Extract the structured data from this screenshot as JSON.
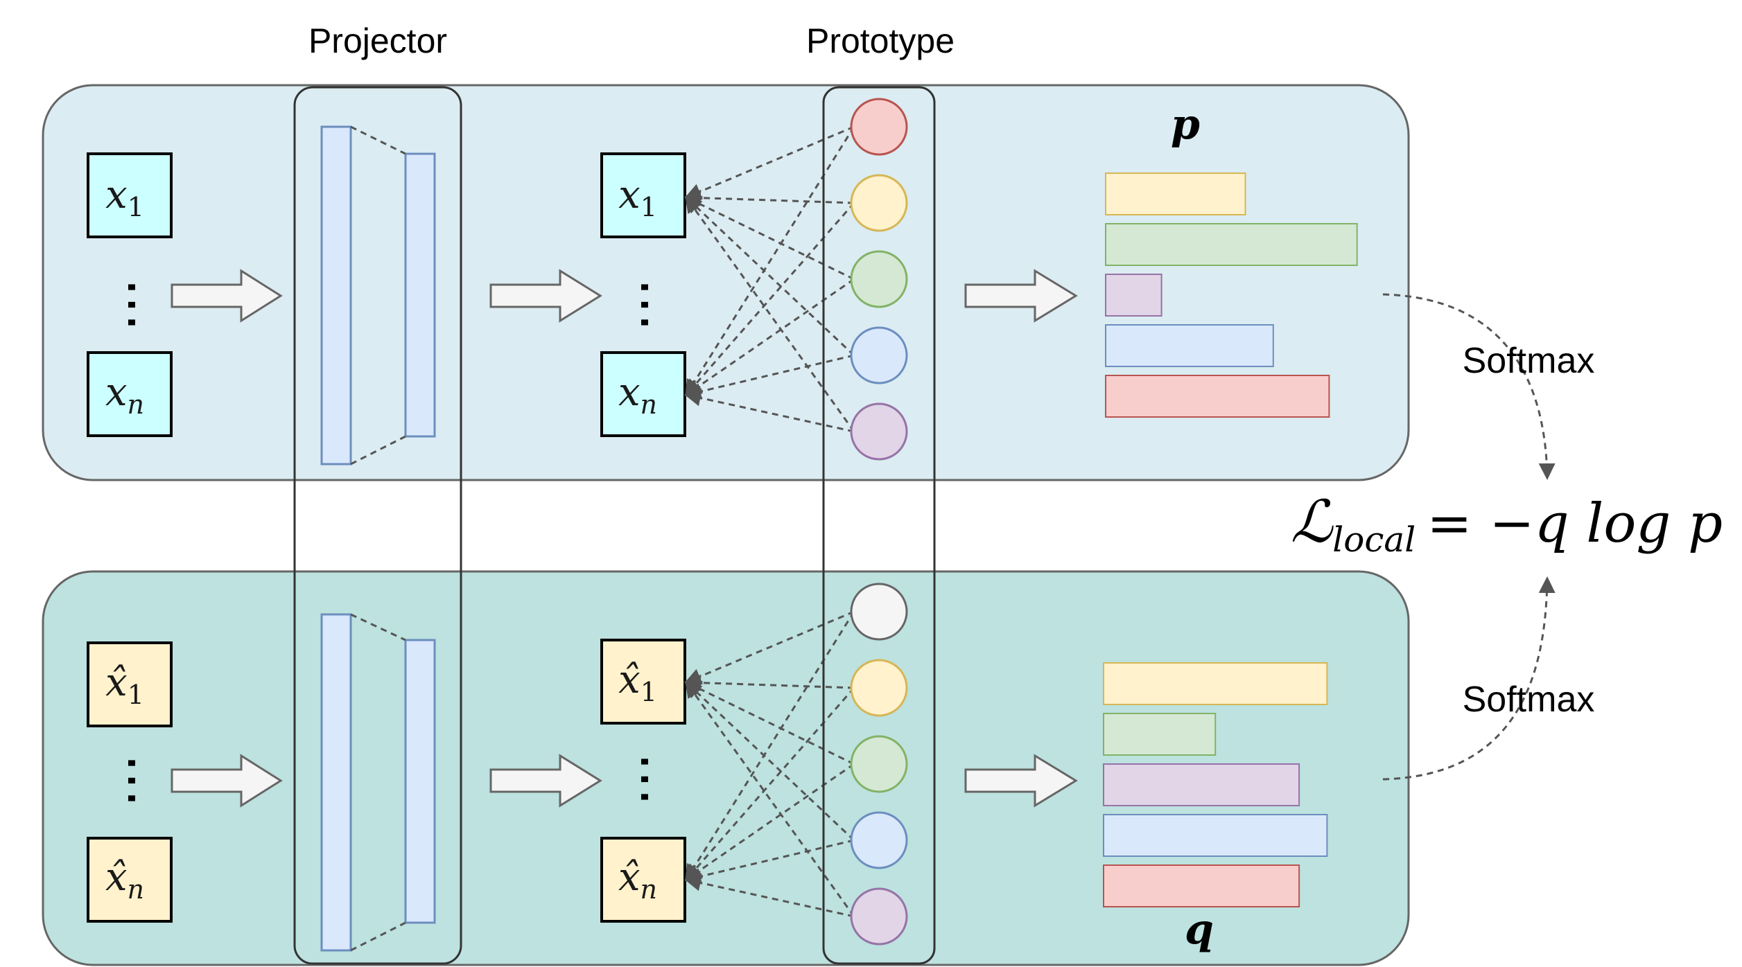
{
  "headers": {
    "projector": "Projector",
    "prototype": "Prototype"
  },
  "top": {
    "input_first": "x",
    "input_first_sub": "1",
    "input_last": "x",
    "input_last_sub": "n",
    "projected_first": "x",
    "projected_first_sub": "1",
    "projected_last": "x",
    "projected_last_sub": "n",
    "dist_label": "p",
    "prototype_colors": [
      "#f8cecc",
      "#fff2cc",
      "#d5e8d4",
      "#dae8fc",
      "#e1d5e7"
    ],
    "prototype_strokes": [
      "#b85450",
      "#d6b656",
      "#82b366",
      "#6c8ebf",
      "#9673a6"
    ],
    "bar_values": [
      0.5,
      0.9,
      0.2,
      0.6,
      0.8
    ],
    "bar_colors": [
      "#fff2cc",
      "#d5e8d4",
      "#e1d5e7",
      "#dae8fc",
      "#f8cecc"
    ],
    "bar_strokes": [
      "#d6b656",
      "#82b366",
      "#9673a6",
      "#6c8ebf",
      "#b85450"
    ],
    "softmax": "Softmax"
  },
  "bottom": {
    "input_first": "x̂",
    "input_first_sub": "1",
    "input_last": "x̂",
    "input_last_sub": "n",
    "projected_first": "x̂",
    "projected_first_sub": "1",
    "projected_last": "x̂",
    "projected_last_sub": "n",
    "dist_label": "q",
    "prototype_colors": [
      "#f5f5f5",
      "#fff2cc",
      "#d5e8d4",
      "#dae8fc",
      "#e1d5e7"
    ],
    "prototype_strokes": [
      "#666666",
      "#d6b656",
      "#82b366",
      "#6c8ebf",
      "#9673a6"
    ],
    "bar_values": [
      0.8,
      0.4,
      0.7,
      0.8,
      0.7
    ],
    "bar_colors": [
      "#fff2cc",
      "#d5e8d4",
      "#e1d5e7",
      "#dae8fc",
      "#f8cecc"
    ],
    "bar_strokes": [
      "#d6b656",
      "#82b366",
      "#9673a6",
      "#6c8ebf",
      "#b85450"
    ],
    "softmax": "Softmax"
  },
  "loss": {
    "symbol": "ℒ",
    "subscript": "local",
    "rhs": "= −q log p"
  },
  "colors": {
    "top_panel": "#dbecf2",
    "bottom_panel": "#bde2df",
    "top_token": "#ccffff",
    "bottom_token": "#fff2cc",
    "projector_bar": "#dae8fc",
    "projector_bar_stroke": "#6c8ebf"
  }
}
